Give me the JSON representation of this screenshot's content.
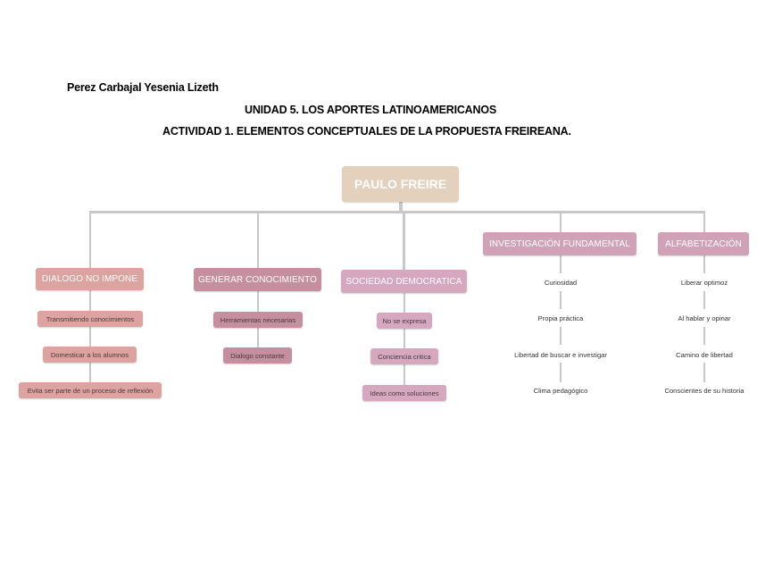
{
  "header": {
    "author": "Perez Carbajal Yesenia Lizeth",
    "unit": "UNIDAD 5. LOS APORTES LATINOAMERICANOS",
    "activity": "ACTIVIDAD 1. ELEMENTOS CONCEPTUALES DE LA PROPUESTA FREIREANA."
  },
  "diagram": {
    "root": {
      "label": "PAULO FREIRE",
      "color": "#e3d0bd"
    },
    "branches": [
      {
        "label": "DIALOGO NO IMPONE",
        "color": "#dda3a0",
        "children": [
          "Transmitiendo conocimientos",
          "Domesticar a los alumnos",
          "Evita ser parte de un proceso de reflexión"
        ]
      },
      {
        "label": "GENERAR CONOCIMIENTO",
        "color": "#c68f9f",
        "children": [
          "Herramientas necesarias",
          "Dialogo constante"
        ]
      },
      {
        "label": "SOCIEDAD DEMOCRATICA",
        "color": "#d5a8c0",
        "children": [
          "No se expresa",
          "Conciencia critica",
          "Ideas como soluciones"
        ]
      },
      {
        "label": "INVESTIGACIÓN FUNDAMENTAL",
        "color": "#cfa2b8",
        "children": [
          "Curiosidad",
          "Propia práctica",
          "Libertad de buscar e investigar",
          "Clima pedagógico"
        ]
      },
      {
        "label": "ALFABETIZACIÓN",
        "color": "#cfa2b8",
        "children": [
          "Liberar optimoz",
          "Al hablar y opinar",
          "Camino de libertad",
          "Conscientes de su historia"
        ]
      }
    ]
  }
}
